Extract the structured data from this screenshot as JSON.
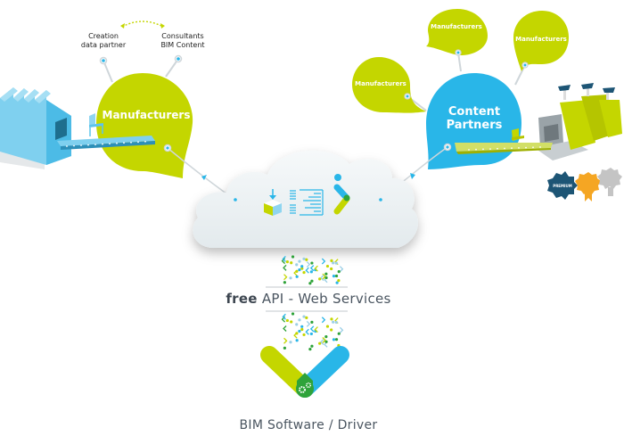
{
  "colors": {
    "lime": "#c4d600",
    "blue": "#29b6e8",
    "green": "#2fa33a",
    "navy": "#1d5575",
    "gold": "#f5a623",
    "grey": "#c4c4c4",
    "cloud": "#eef2f4",
    "text": "#4a5560"
  },
  "left": {
    "annotation_1": {
      "line1": "Creation",
      "line2": "data partner"
    },
    "annotation_2": {
      "line1": "Consultants",
      "line2": "BIM Content"
    },
    "bubble_label": "Manufacturers",
    "factory_icon": "factory-icon",
    "conveyor_icon": "conveyor-belt-icon",
    "chair_icon": "chair-icon"
  },
  "right": {
    "satellite_bubbles": [
      "Manufacturers",
      "Manufacturers",
      "Manufacturers"
    ],
    "bubble_label_line1": "Content",
    "bubble_label_line2": "Partners",
    "laptop_icon": "laptop-icon",
    "badges": [
      {
        "label": "PREMIUM",
        "icon": "premium-badge-icon"
      },
      {
        "label": "",
        "icon": "gold-ribbon-icon"
      },
      {
        "label": "",
        "icon": "silver-ribbon-icon"
      }
    ]
  },
  "cloud": {
    "icons": [
      "box-download-icon",
      "document-list-icon",
      "brand-chevron-icon"
    ]
  },
  "middle": {
    "caption_bold": "free",
    "caption_rest": " API - Web Services"
  },
  "bottom": {
    "logo_icon": "bim-logo-gears-icon",
    "caption": "BIM Software / Driver"
  }
}
